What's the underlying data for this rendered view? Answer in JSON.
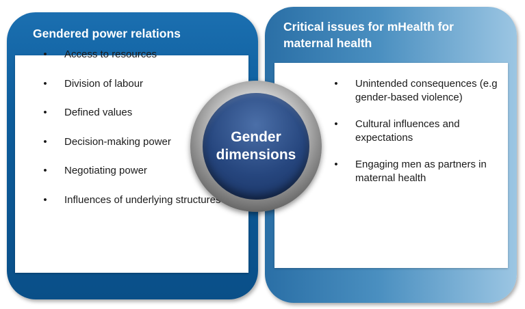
{
  "left_panel": {
    "title": "Gendered power relations",
    "items": [
      "Access to resources",
      "Division of labour",
      "Defined values",
      "Decision-making power",
      "Negotiating power",
      "Influences of underlying structures"
    ]
  },
  "right_panel": {
    "title": "Critical issues for mHealth for maternal health",
    "items": [
      "Unintended consequences (e.g gender-based violence)",
      "Cultural influences and expectations",
      "Engaging men as partners in maternal health"
    ]
  },
  "center": {
    "line1": "Gender",
    "line2": "dimensions"
  },
  "bullet_glyph": "•",
  "colors": {
    "left_panel": "#0d5d9c",
    "right_panel_start": "#2a6fa6",
    "right_panel_end": "#9cc6e3",
    "center_circle": "#26467e"
  }
}
